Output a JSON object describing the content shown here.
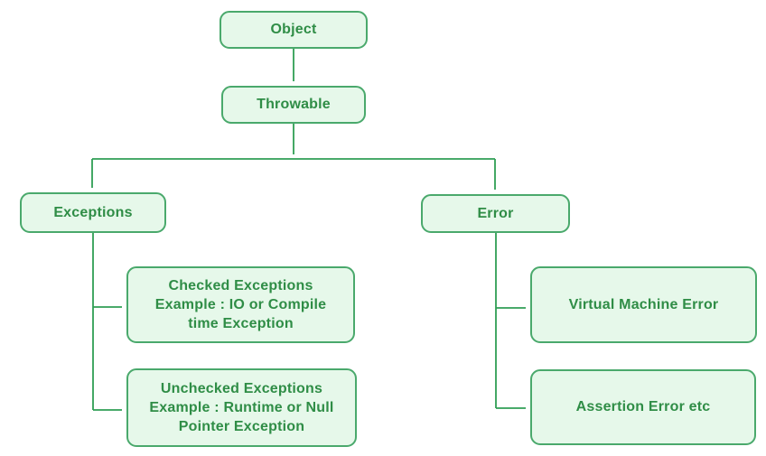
{
  "colors": {
    "box_border": "#4aa96c",
    "box_fill": "#e6f8ea",
    "text": "#2f8d46",
    "line": "#2f9e54",
    "background": "#ffffff"
  },
  "nodes": {
    "object": {
      "label": "Object"
    },
    "throwable": {
      "label": "Throwable"
    },
    "exceptions": {
      "label": "Exceptions"
    },
    "error": {
      "label": "Error"
    },
    "checked": {
      "label": "Checked Exceptions\nExample : IO or Compile\ntime Exception"
    },
    "unchecked": {
      "label": "Unchecked Exceptions\nExample : Runtime or Null\nPointer Exception"
    },
    "vm_error": {
      "label": "Virtual Machine Error"
    },
    "assertion": {
      "label": "Assertion Error etc"
    }
  },
  "edges": [
    {
      "from": "Object",
      "to": "Throwable"
    },
    {
      "from": "Throwable",
      "to": "Exceptions"
    },
    {
      "from": "Throwable",
      "to": "Error"
    },
    {
      "from": "Exceptions",
      "to": "Checked Exceptions"
    },
    {
      "from": "Exceptions",
      "to": "Unchecked Exceptions"
    },
    {
      "from": "Error",
      "to": "Virtual Machine Error"
    },
    {
      "from": "Error",
      "to": "Assertion Error etc"
    }
  ]
}
